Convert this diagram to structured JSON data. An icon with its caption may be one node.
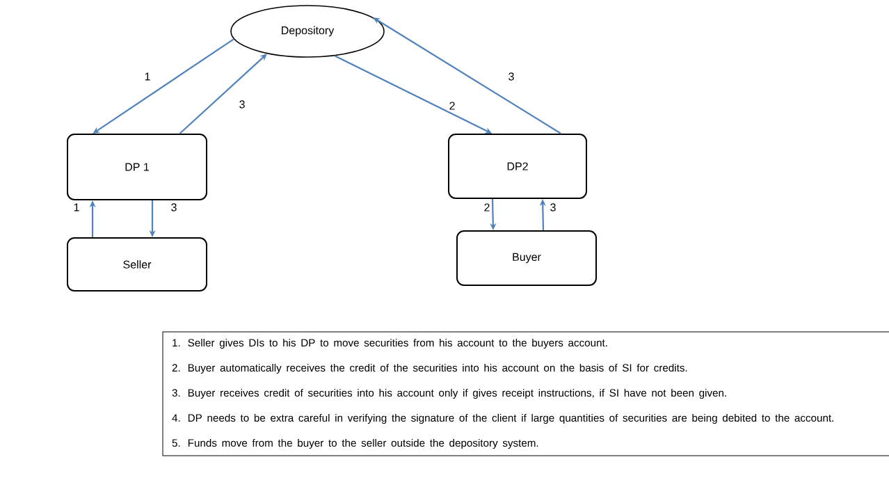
{
  "diagram": {
    "nodes": [
      {
        "text": [
          "Depository"
        ]
      },
      {
        "text": [
          "DP 1"
        ]
      },
      {
        "text": [
          "DP2"
        ]
      },
      {
        "text": [
          "Seller"
        ]
      },
      {
        "text": [
          "Buyer"
        ]
      },
      {
        "text": [
          "1. Seller gives DIs to his DP to move securities from his account to the buyers account.",
          "2. Buyer automatically receives the credit of the securities into his account on the basis of SI for credits.",
          "3. Buyer receives credit of securities into his account only if gives receipt instructions, if SI have not been given.",
          "4. DP needs to be extra careful in verifying the signature of the client if large quantities of securities are being debited to the account.",
          "5. Funds move from the buyer to the seller outside the depository system."
        ]
      }
    ],
    "edges": [
      {
        "from": 0,
        "to": 1,
        "arrow": "to",
        "label": "1"
      },
      {
        "from": 1,
        "to": 0,
        "arrow": "to",
        "label": "3"
      },
      {
        "from": 0,
        "to": 2,
        "arrow": "to",
        "label": "2"
      },
      {
        "from": 2,
        "to": 0,
        "arrow": "to",
        "label": "3"
      },
      {
        "from": 3,
        "to": 1,
        "arrow": "to",
        "label": "1"
      },
      {
        "from": 1,
        "to": 3,
        "arrow": "to",
        "label": "3"
      },
      {
        "from": 2,
        "to": 4,
        "arrow": "to",
        "label": "2"
      },
      {
        "from": 4,
        "to": 2,
        "arrow": "to",
        "label": "3"
      }
    ]
  }
}
